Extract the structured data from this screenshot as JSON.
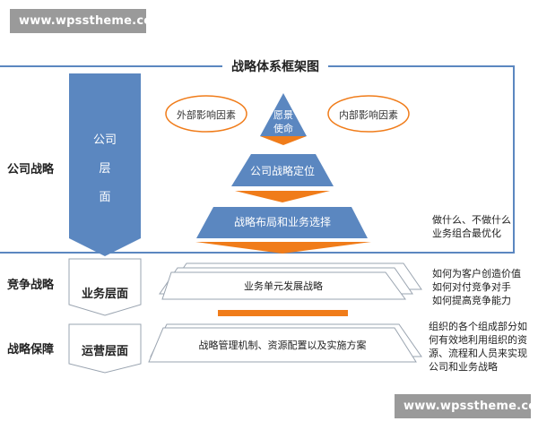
{
  "watermark": {
    "top": "www.wpsstheme.com",
    "bottom": "www.wpsstheme.com"
  },
  "title": "战略体系框架图",
  "left_labels": {
    "company": "公司战略",
    "competition": "竞争战略",
    "assurance": "战略保障"
  },
  "company_layer": [
    "公司",
    "层",
    "面"
  ],
  "mid_labels": {
    "business": "业务层面",
    "operation": "运营层面"
  },
  "ovals": {
    "external": "外部影响因素",
    "internal": "内部影响因素"
  },
  "pyramid": {
    "top": [
      "愿景",
      "使命"
    ],
    "middle": "公司战略定位",
    "bottom": "战略布局和业务选择"
  },
  "boxes": {
    "business": "业务单元发展战略",
    "operation": "战略管理机制、资源配置以及实施方案"
  },
  "descriptions": {
    "company": [
      "做什么、不做什么",
      "业务组合最优化"
    ],
    "competition": [
      "如何为客户创造价值",
      "如何对付竞争对手",
      "如何提高竞争能力"
    ],
    "assurance": [
      "组织的各个组成部分如",
      "何有效地利用组织的资",
      "源、流程和人员来实现",
      "公司和业务战略"
    ]
  },
  "colors": {
    "blue": "#5b87c0",
    "orange": "#f07c1a",
    "frame": "#5b87c0"
  }
}
